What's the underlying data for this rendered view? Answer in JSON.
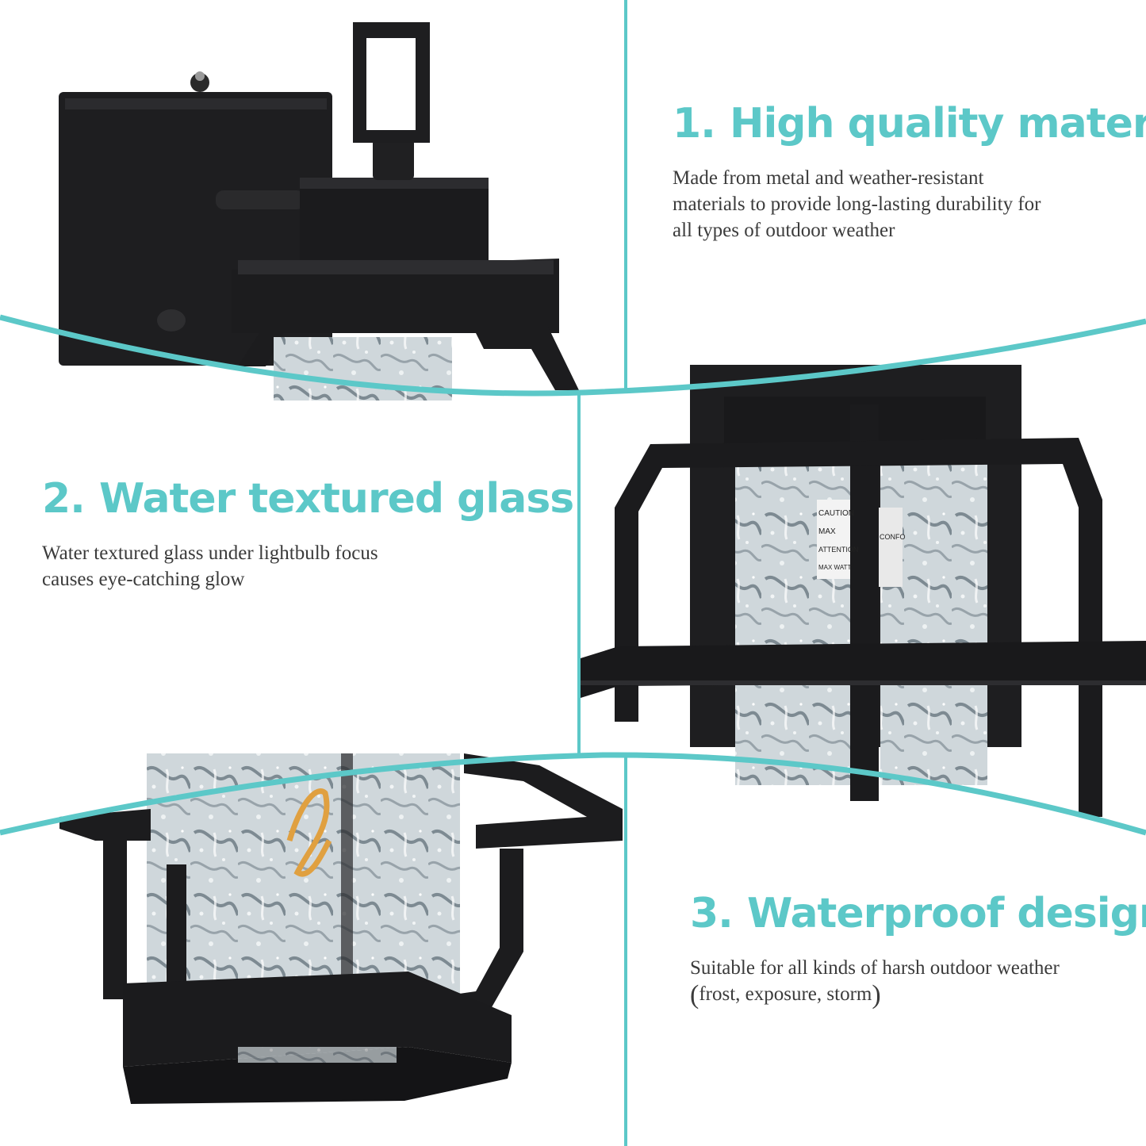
{
  "colors": {
    "accent": "#5cc8c8",
    "frame": "#1e1e20",
    "glass": "#c9d2d6",
    "text": "#3b3b3b",
    "bulb": "#e0a040"
  },
  "features": [
    {
      "number": "1.",
      "title": "High quality materials",
      "lines": [
        "Made from metal and weather-resistant",
        "materials to provide long-lasting durability for",
        "all types of outdoor weather"
      ]
    },
    {
      "number": "2.",
      "title": "Water textured glass",
      "lines": [
        "Water textured glass under lightbulb focus",
        "causes eye-catching glow"
      ]
    },
    {
      "number": "3.",
      "title": "Waterproof design",
      "lines": [
        "Suitable for all kinds of harsh outdoor weather",
        "frost, exposure, storm"
      ]
    }
  ],
  "label_text": {
    "line1": "CAUTION",
    "line2": "MAX",
    "line3": "ATTENTION",
    "line4": "MAX WATT",
    "side": "CONFO"
  }
}
